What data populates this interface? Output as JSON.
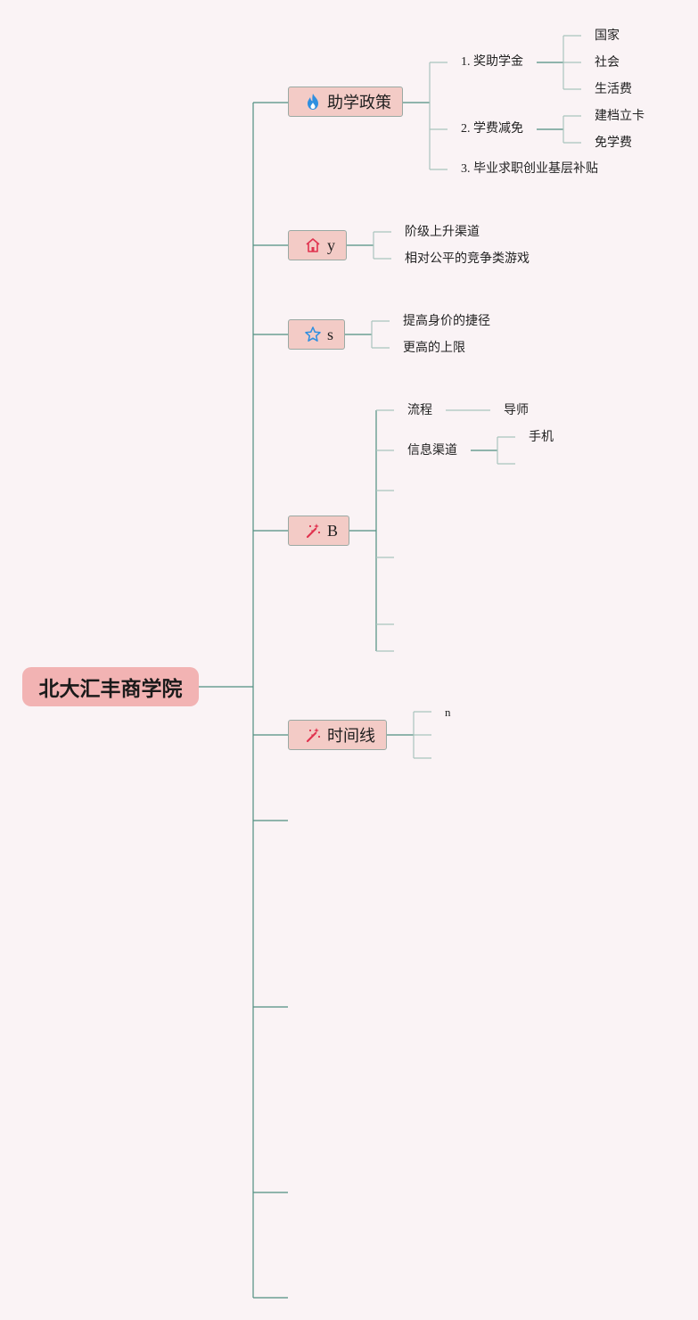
{
  "root": {
    "label": "北大汇丰商学院"
  },
  "branches": [
    {
      "label": "助学政策",
      "icon": "flame-icon",
      "children": [
        {
          "label": "1. 奖助学金",
          "children": [
            "国家",
            "社会",
            "生活费"
          ]
        },
        {
          "label": "2. 学费减免",
          "children": [
            "建档立卡",
            "免学费"
          ]
        },
        {
          "label": "3. 毕业求职创业基层补贴"
        }
      ]
    },
    {
      "label": "y",
      "icon": "home-icon",
      "children": [
        {
          "label": "阶级上升渠道"
        },
        {
          "label": "相对公平的竞争类游戏"
        }
      ]
    },
    {
      "label": "s",
      "icon": "star-icon",
      "children": [
        {
          "label": "提高身价的捷径"
        },
        {
          "label": "更高的上限"
        }
      ]
    },
    {
      "label": "B",
      "icon": "magic-wand-icon",
      "children": [
        {
          "label": "流程",
          "children": [
            "导师"
          ]
        },
        {
          "label": "信息渠道",
          "children": [
            "手机"
          ]
        }
      ]
    },
    {
      "label": "时间线",
      "icon": "magic-wand-icon",
      "children": [
        {
          "label": "n"
        }
      ]
    }
  ],
  "colors": {
    "background": "#faf3f5",
    "root_fill": "#f2b3b3",
    "branch_fill": "#f3cbc6",
    "line_main": "#4f8f80",
    "line_light": "#a9c4bd",
    "flame_icon": "#2f8fe0",
    "home_icon": "#e0334f",
    "star_icon": "#2f8fe0",
    "wand_icon": "#e0334f"
  }
}
